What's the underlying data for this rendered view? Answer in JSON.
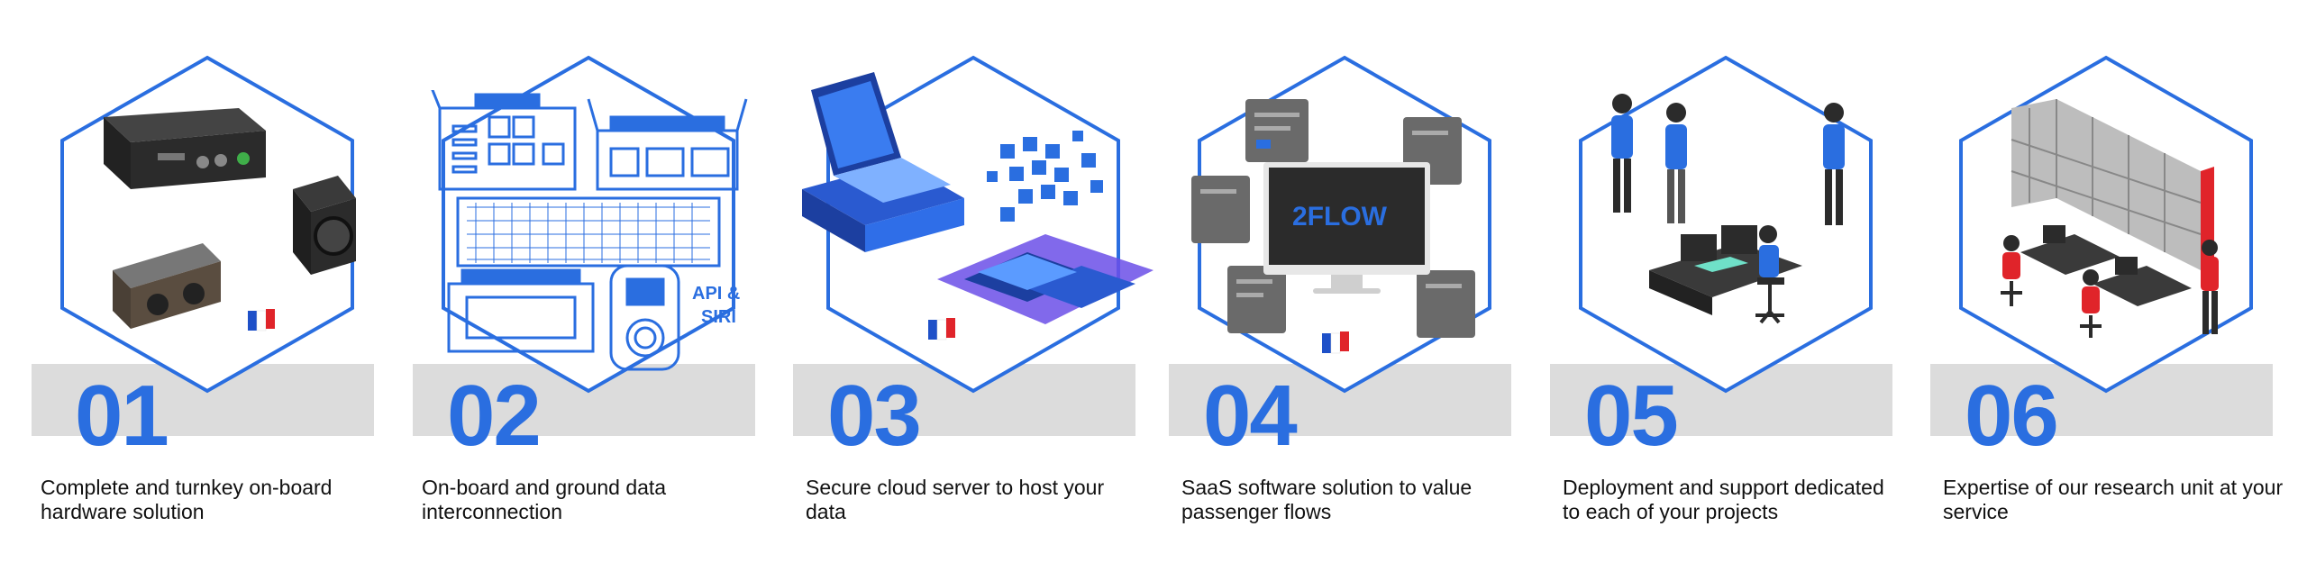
{
  "colors": {
    "accent": "#2a6ee0",
    "band": "#dcdcdc",
    "dark_device": "#2b2b2b",
    "flag_blue": "#1e50c8",
    "flag_red": "#e0242a"
  },
  "steps": [
    {
      "number": "01",
      "caption": "Complete and turnkey on-board hardware solution",
      "icon": "hardware-devices-icon"
    },
    {
      "number": "02",
      "caption": "On-board and ground data interconnection",
      "icon": "data-interconnection-icon",
      "badge": "API & SIRI"
    },
    {
      "number": "03",
      "caption": "Secure cloud server to host your data",
      "icon": "cloud-server-icon"
    },
    {
      "number": "04",
      "caption": "SaaS software solution to value passenger flows",
      "icon": "saas-dashboard-icon",
      "screen_brand": "2FLOW"
    },
    {
      "number": "05",
      "caption": "Deployment and support dedicated to each of your projects",
      "icon": "support-team-icon"
    },
    {
      "number": "06",
      "caption": "Expertise of our research unit at your service",
      "icon": "research-lab-icon"
    }
  ]
}
